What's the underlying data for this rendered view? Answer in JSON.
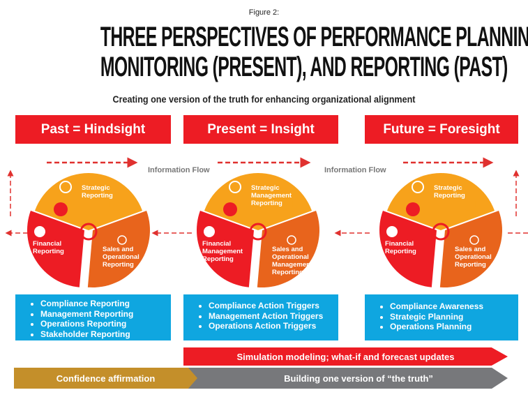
{
  "figure_label": "Figure 2:",
  "title_line1": "THREE PERSPECTIVES OF PERFORMANCE PLANNING (FUTURE),",
  "title_line2": "MONITORING (PRESENT), AND REPORTING (PAST)",
  "subtitle": "Creating one version of the truth for enhancing organizational alignment",
  "flow_label": "Information Flow",
  "columns": [
    {
      "header": "Past = Hindsight",
      "strategic": [
        "Strategic",
        "Reporting"
      ],
      "financial": [
        "Financial",
        "Reporting"
      ],
      "sales": [
        "Sales and",
        "Operational",
        "Reporting"
      ],
      "items": [
        "Compliance Reporting",
        "Management Reporting",
        "Operations Reporting",
        "Stakeholder Reporting"
      ]
    },
    {
      "header": "Present = Insight",
      "strategic": [
        "Strategic",
        "Management",
        "Reporting"
      ],
      "financial": [
        "Financial",
        "Management",
        "Reporting"
      ],
      "sales": [
        "Sales and",
        "Operational",
        "Management",
        "Reporting"
      ],
      "items": [
        "Compliance Action Triggers",
        "Management Action Triggers",
        "Operations Action Triggers"
      ]
    },
    {
      "header": "Future = Foresight",
      "strategic": [
        "Strategic",
        "Reporting"
      ],
      "financial": [
        "Financial",
        "Reporting"
      ],
      "sales": [
        "Sales and",
        "Operational",
        "Reporting"
      ],
      "items": [
        "Compliance Awareness",
        "Strategic Planning",
        "Operations Planning"
      ]
    }
  ],
  "bands": {
    "simulation": "Simulation modeling; what-if and forecast updates",
    "confidence": "Confidence affirmation",
    "truth": "Building one version of “the truth”"
  },
  "colors": {
    "red": "#ed1c24",
    "yellow": "#f7a21b",
    "orange": "#e8641c",
    "blue": "#0fa6e0",
    "gold": "#c48f2a",
    "gray": "#77787b"
  }
}
